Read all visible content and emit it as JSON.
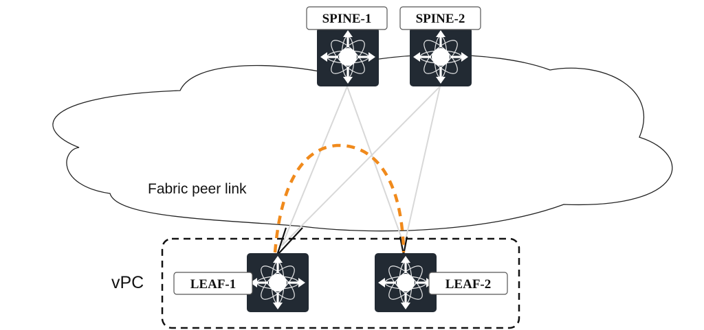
{
  "nodes": {
    "spine1": {
      "label": "SPINE-1",
      "icon": "switch-icon"
    },
    "spine2": {
      "label": "SPINE-2",
      "icon": "switch-icon"
    },
    "leaf1": {
      "label": "LEAF-1",
      "icon": "switch-icon"
    },
    "leaf2": {
      "label": "LEAF-2",
      "icon": "switch-icon"
    }
  },
  "labels": {
    "fabric_peer_link": "Fabric peer link",
    "vpc": "vPC"
  },
  "colors": {
    "switch_body": "#222a33",
    "switch_arrows": "#ffffff",
    "fabric_links": "#d8d8d8",
    "peer_link": "#f08a1c",
    "vpc_border": "#111111",
    "cloud_stroke": "#222222"
  }
}
